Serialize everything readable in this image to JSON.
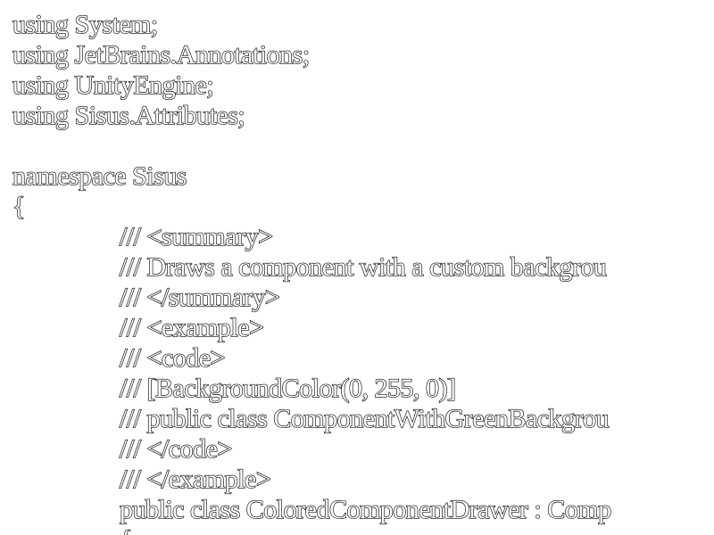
{
  "editor": {
    "lines": [
      "using System;",
      "using JetBrains.Annotations;",
      "using UnityEngine;",
      "using Sisus.Attributes;",
      "",
      "namespace Sisus",
      "{",
      "/// <summary>",
      "/// Draws a component with a custom backgrou",
      "/// </summary>",
      "/// <example>",
      "/// <code>",
      "/// [BackgroundColor(0, 255, 0)]",
      "/// public class ComponentWithGreenBackgrou",
      "/// </code>",
      "/// </example>",
      "public class ColoredComponentDrawer : Comp",
      "{"
    ]
  }
}
